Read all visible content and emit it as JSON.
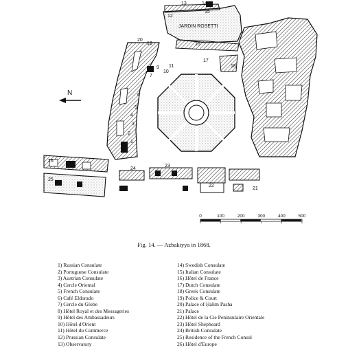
{
  "map": {
    "north_label": "N",
    "garden_label": "JARDIN ROSETTI",
    "scale_ticks": [
      "0",
      "100",
      "200",
      "300",
      "400",
      "500"
    ],
    "numbers": [
      "1",
      "2",
      "3",
      "4",
      "5",
      "6",
      "7",
      "8",
      "9",
      "10",
      "11",
      "12",
      "13",
      "14",
      "15",
      "16",
      "17",
      "18",
      "19",
      "20",
      "21",
      "22",
      "23",
      "24",
      "25",
      "26"
    ]
  },
  "caption": "Fig. 14. — Azbakiyya in 1868.",
  "legend": {
    "left": [
      "1) Russian Consulate",
      "2) Portuguese Consulate",
      "3) Austrian Consulate",
      "4) Cercle Oriental",
      "5) French Consulate",
      "6) Café Eldorado",
      "7) Cercle du Globe",
      "8) Hôtel Royal et des Messageries",
      "9) Hôtel des Ambassadeurs",
      "10) Hôtel d'Orient",
      "11) Hôtel du Commerce",
      "12) Prussian Consulate",
      "13) Observatory"
    ],
    "right": [
      "14) Swedish Consulate",
      "15) Italian Consulate",
      "16) Hôtel de France",
      "17) Dutch Consulate",
      "18) Greek Consulate",
      "19) Police & Court",
      "20) Palace of Ḥalim Pasha",
      "21) Palace",
      "22) Hôtel de la Cie Peninsulaire Orientale",
      "23) Hôtel Shepheard",
      "24) British Consulate",
      "25) Residence of the French Consul",
      "26) Hôtel d'Europe"
    ]
  }
}
